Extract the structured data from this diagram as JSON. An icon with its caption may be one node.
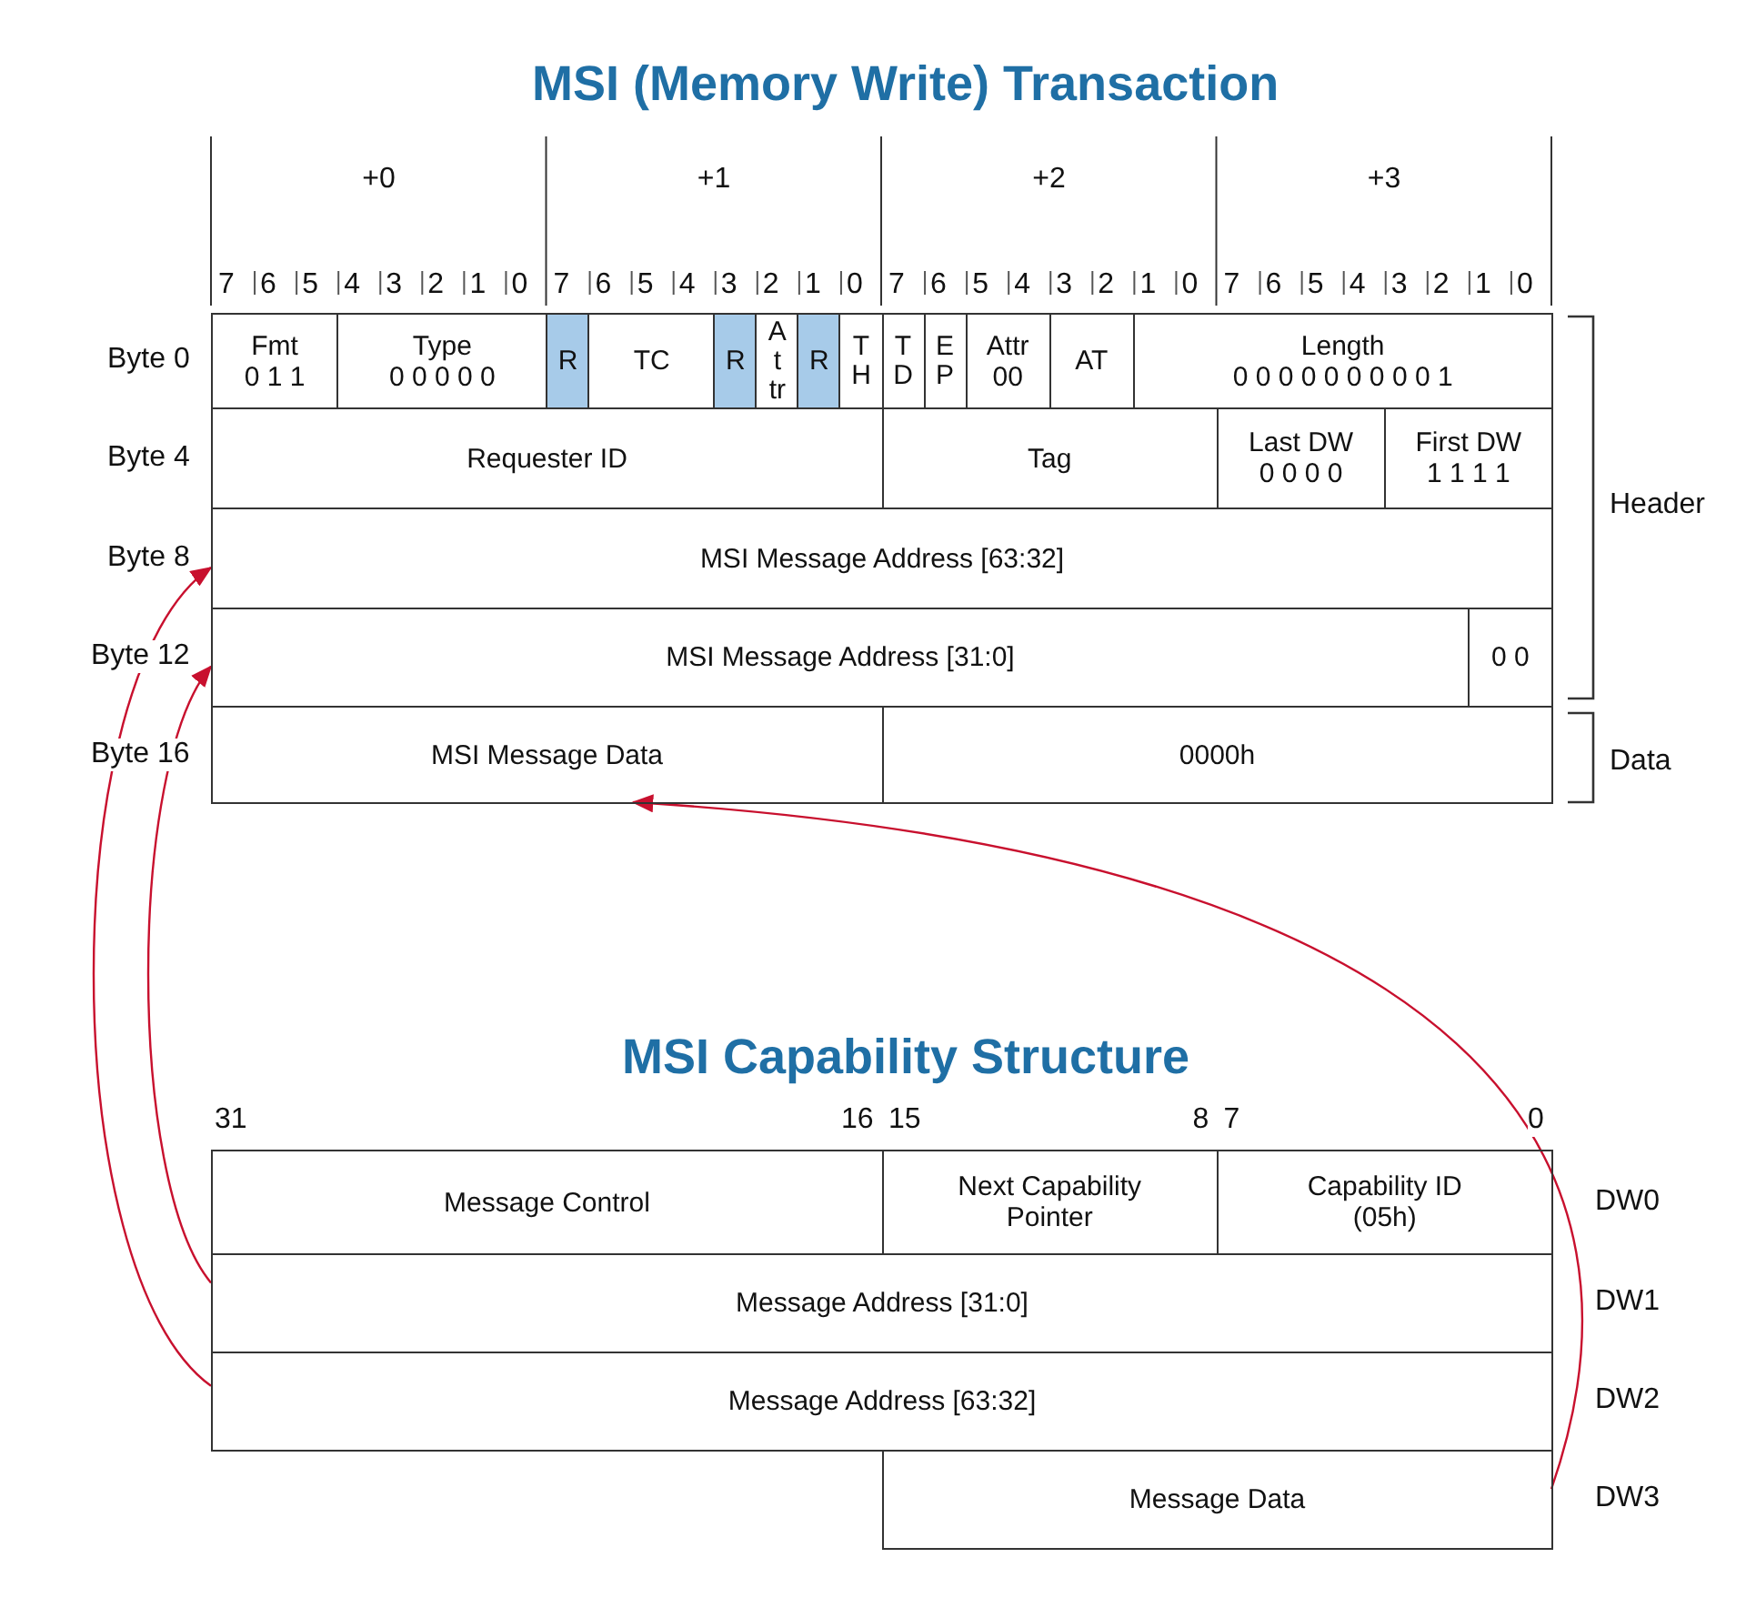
{
  "diagram": {
    "title": "MSI (Memory Write) Transaction",
    "nodes": [
      {
        "text": [
          "Fmt",
          "0 1 1"
        ]
      },
      {
        "text": [
          "Type",
          "0 0 0 0 0"
        ]
      },
      {
        "text": [
          "R"
        ]
      },
      {
        "text": [
          "TC"
        ]
      },
      {
        "text": [
          "R"
        ]
      },
      {
        "text": [
          "At tr"
        ]
      },
      {
        "text": [
          "R"
        ]
      },
      {
        "text": [
          "T H"
        ]
      },
      {
        "text": [
          "T D"
        ]
      },
      {
        "text": [
          "E P"
        ]
      },
      {
        "text": [
          "Attr",
          "00"
        ]
      },
      {
        "text": [
          "AT"
        ]
      },
      {
        "text": [
          "Length",
          "0 0 0 0 0 0 0 0 0 1"
        ]
      },
      {
        "text": [
          "Requester ID"
        ]
      },
      {
        "text": [
          "Tag"
        ]
      },
      {
        "text": [
          "Last DW",
          "0 0 0 0"
        ]
      },
      {
        "text": [
          "First DW",
          "1 1 1 1"
        ]
      },
      {
        "text": [
          "MSI Message Address [63:32]"
        ]
      },
      {
        "text": [
          "MSI Message Address [31:0]"
        ]
      },
      {
        "text": [
          "0 0"
        ]
      },
      {
        "text": [
          "MSI Message Data"
        ]
      },
      {
        "text": [
          "0000h"
        ]
      },
      {
        "text": [
          "Message Control"
        ]
      },
      {
        "text": [
          "Next Capability Pointer"
        ]
      },
      {
        "text": [
          "Capability ID (05h)"
        ]
      },
      {
        "text": [
          "Message Address [31:0]"
        ]
      },
      {
        "text": [
          "Message Address [63:32]"
        ]
      },
      {
        "text": [
          "Message Data"
        ]
      }
    ],
    "edges": [
      {
        "from": 25,
        "to": 18,
        "arrow": "to"
      },
      {
        "from": 26,
        "to": 17,
        "arrow": "to"
      },
      {
        "from": 27,
        "to": 20,
        "arrow": "to"
      }
    ],
    "labels": [
      "+0",
      "+1",
      "+2",
      "+3",
      "7",
      "6",
      "5",
      "4",
      "3",
      "2",
      "1",
      "0",
      "7",
      "6",
      "5",
      "4",
      "3",
      "2",
      "1",
      "0",
      "7",
      "6",
      "5",
      "4",
      "3",
      "2",
      "1",
      "0",
      "7",
      "6",
      "5",
      "4",
      "3",
      "2",
      "1",
      "0",
      "Byte 0",
      "Byte 4",
      "Byte 8",
      "Byte 12",
      "Byte 16",
      "Header",
      "Data",
      "MSI Capability Structure",
      "31",
      "16",
      "15",
      "8",
      "7",
      "0",
      "DW0",
      "DW1",
      "DW2",
      "DW3"
    ]
  }
}
